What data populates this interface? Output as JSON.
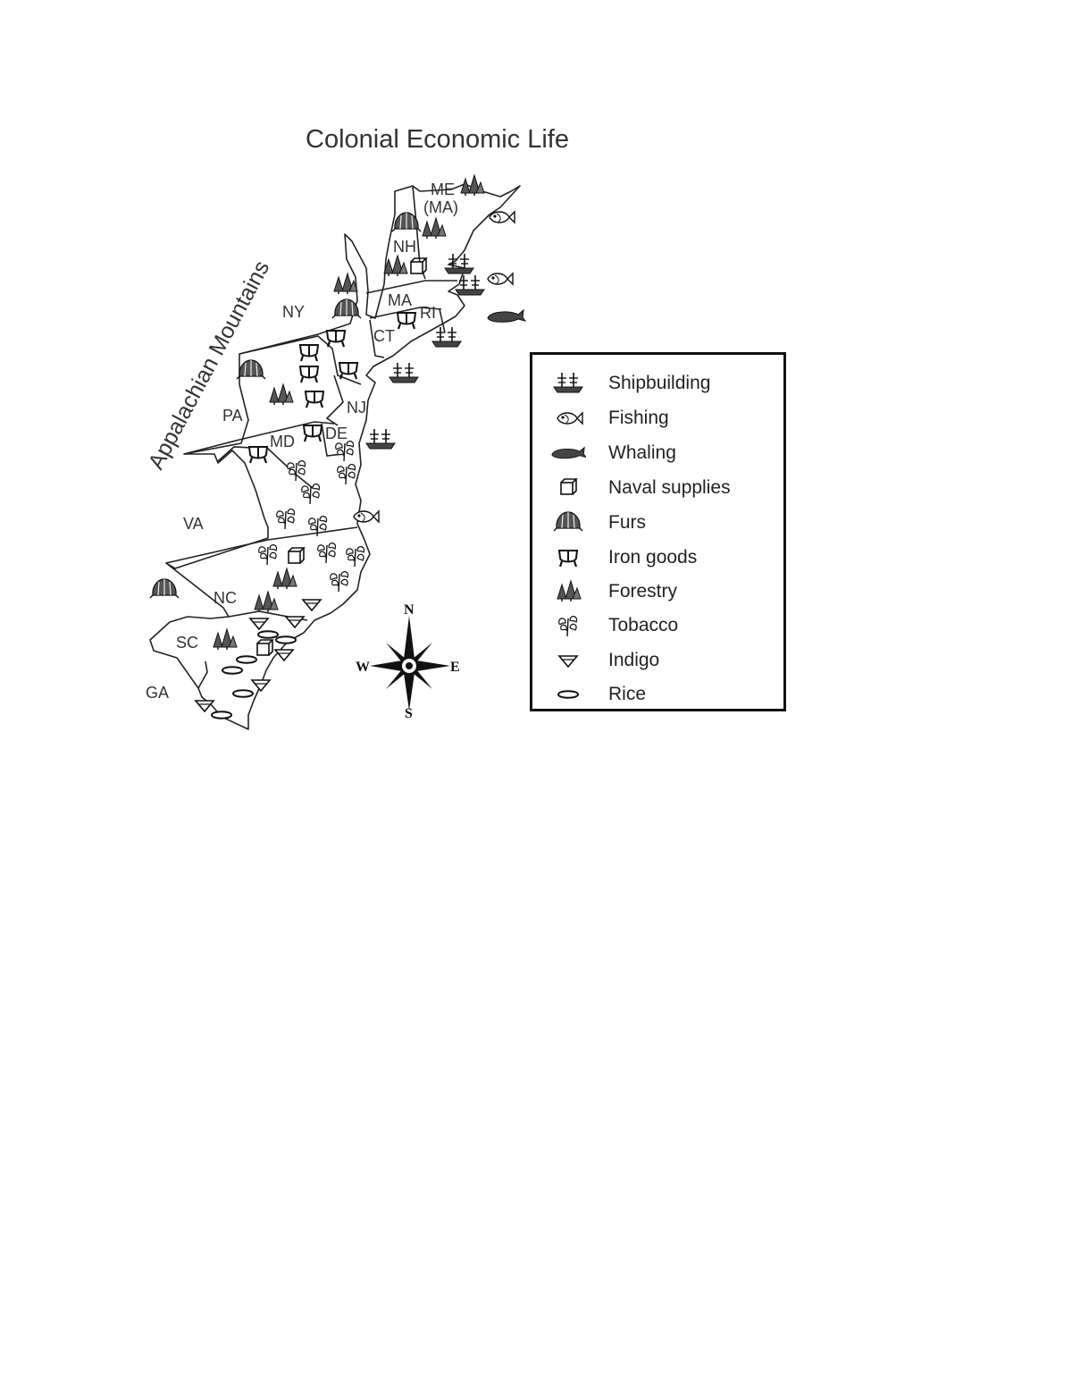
{
  "title": "Colonial Economic Life",
  "mountains_label": "Appalachian Mountains",
  "states": {
    "me": "ME",
    "me_sub": "(MA)",
    "nh": "NH",
    "ma": "MA",
    "ri": "RI",
    "ct": "CT",
    "ny": "NY",
    "nj": "NJ",
    "pa": "PA",
    "de": "DE",
    "md": "MD",
    "va": "VA",
    "nc": "NC",
    "sc": "SC",
    "ga": "GA"
  },
  "compass": {
    "n": "N",
    "s": "S",
    "e": "E",
    "w": "W"
  },
  "legend": [
    {
      "icon": "shipbuilding-icon",
      "label": "Shipbuilding"
    },
    {
      "icon": "fishing-icon",
      "label": "Fishing"
    },
    {
      "icon": "whaling-icon",
      "label": "Whaling"
    },
    {
      "icon": "naval-supplies-icon",
      "label": "Naval supplies"
    },
    {
      "icon": "furs-icon",
      "label": "Furs"
    },
    {
      "icon": "iron-goods-icon",
      "label": "Iron goods"
    },
    {
      "icon": "forestry-icon",
      "label": "Forestry"
    },
    {
      "icon": "tobacco-icon",
      "label": "Tobacco"
    },
    {
      "icon": "indigo-icon",
      "label": "Indigo"
    },
    {
      "icon": "rice-icon",
      "label": "Rice"
    }
  ],
  "colors": {
    "ink": "#222222",
    "fill_dark": "#555555"
  }
}
